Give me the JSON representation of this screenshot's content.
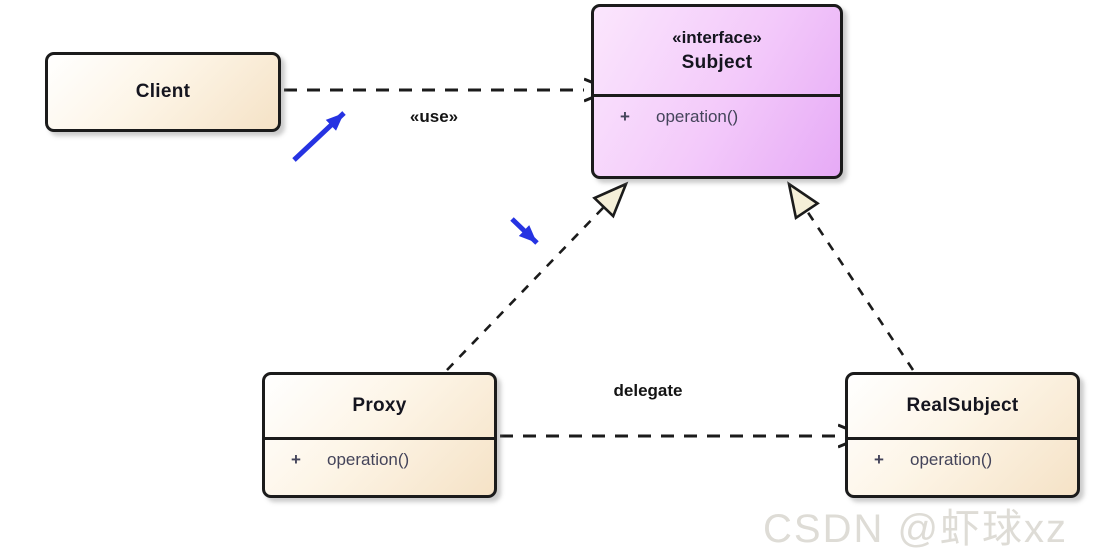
{
  "diagram": {
    "watermark": "CSDN @虾球xz",
    "classes": {
      "client": {
        "name": "Client"
      },
      "subject": {
        "stereotype": "«interface»",
        "name": "Subject",
        "op_visibility": "+",
        "op_signature": "operation()"
      },
      "proxy": {
        "name": "Proxy",
        "op_visibility": "+",
        "op_signature": "operation()"
      },
      "realsubject": {
        "name": "RealSubject",
        "op_visibility": "+",
        "op_signature": "operation()"
      }
    },
    "labels": {
      "use": "«use»",
      "delegate": "delegate"
    },
    "relationships": [
      {
        "from": "Client",
        "to": "Subject",
        "type": "dependency",
        "label": "«use»"
      },
      {
        "from": "Proxy",
        "to": "Subject",
        "type": "realization"
      },
      {
        "from": "RealSubject",
        "to": "Subject",
        "type": "realization"
      },
      {
        "from": "Proxy",
        "to": "RealSubject",
        "type": "dependency",
        "label": "delegate"
      }
    ],
    "colors": {
      "border": "#1b1b1b",
      "class_fill_light": "#ffffff",
      "class_fill_dark": "#f5e2c6",
      "interface_fill_light": "#fbe6fd",
      "interface_fill_dark": "#e6aaf6",
      "triangle_fill": "#f5efd8",
      "annotation_blue": "#2633e2",
      "label_text": "#141414",
      "member_text": "#44445a",
      "name_text": "#15151f",
      "watermark_text": "#dedcd6"
    }
  }
}
